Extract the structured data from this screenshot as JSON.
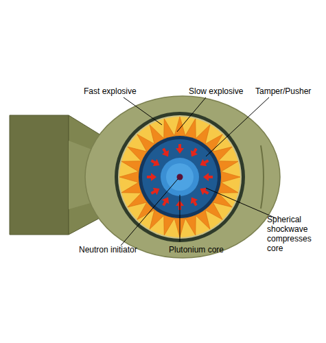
{
  "diagram": {
    "labels": [
      "Fast explosive",
      "Slow explosive",
      "Tamper/Pusher",
      "Spherical shockwave compresses core",
      "Neutron initiator",
      "Plutonium core"
    ]
  }
}
